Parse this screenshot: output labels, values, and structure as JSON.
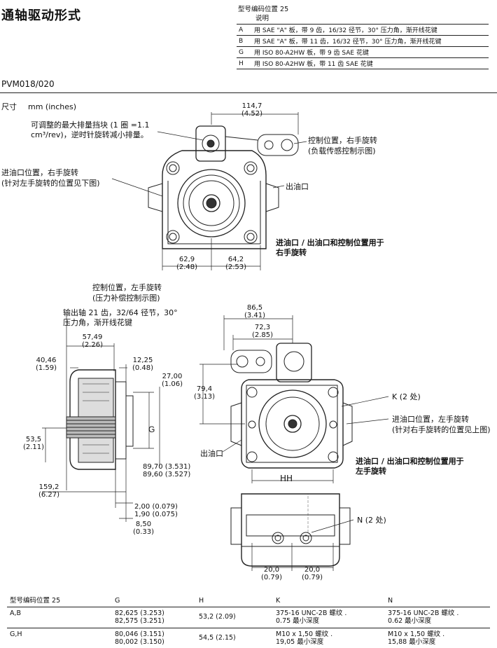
{
  "title": "通轴驱动形式",
  "code_table": {
    "header": "型号编码位置 25",
    "subheader": "说明",
    "rows": [
      {
        "code": "A",
        "desc": "用 SAE \"A\" 板，带 9 齿，16/32 径节，30° 压力角，渐开线花键"
      },
      {
        "code": "B",
        "desc": "用 SAE \"A\" 板，带 11 齿，16/32 径节，30° 压力角，渐开线花键"
      },
      {
        "code": "G",
        "desc": "用 ISO 80-A2HW 板，带 9 齿 SAE 花键"
      },
      {
        "code": "H",
        "desc": "用 ISO 80-A2HW 板，带 11 齿 SAE 花键"
      }
    ]
  },
  "model": "PVM018/020",
  "dims_label": "尺寸",
  "dims_unit": "mm (inches)",
  "top_view": {
    "note_stop": "可调整的最大排量挡块 (1 圈 =1.1 cm³/rev)，逆时针旋转减小排量。",
    "ctrl_pos": "控制位置，右手旋转",
    "ctrl_pos_sub": "(负载传感控制示图)",
    "inlet_pos": "进油口位置，右手旋转",
    "inlet_pos_sub": "(针对左手旋转的位置见下图)",
    "outlet": "出油口",
    "rh_note": "进油口 / 出油口和控制位置用于右手旋转",
    "d_1147": "114,7",
    "d_452": "(4.52)",
    "d_629": "62,9",
    "d_248": "(2.48)",
    "d_642": "64,2",
    "d_253": "(2.53)"
  },
  "side_view": {
    "ctrl_pos_lh": "控制位置，左手旋转",
    "ctrl_pos_lh_sub": "(压力补偿控制示图)",
    "shaft_note": "输出轴 21 齿，32/64 径节，30° 压力角，渐开线花键",
    "d_5749": "57,49",
    "d_226": "(2.26)",
    "d_4046": "40,46",
    "d_159": "(1.59)",
    "d_1225": "12,25",
    "d_048": "(0.48)",
    "d_2700": "27,00",
    "d_106": "(1.06)",
    "d_535": "53,5",
    "d_211": "(2.11)",
    "label_g": "G",
    "d_8970": "89,70 (3.531)",
    "d_8960": "89,60 (3.527)",
    "d_1592": "159,2",
    "d_627": "(6.27)",
    "d_200": "2,00 (0.079)",
    "d_190": "1,90 (0.075)",
    "d_850": "8,50",
    "d_033": "(0.33)"
  },
  "front_view": {
    "d_865": "86,5",
    "d_341": "(3.41)",
    "d_723": "72,3",
    "d_285": "(2.85)",
    "d_794": "79,4",
    "d_313": "(3.13)",
    "k_label": "K (2 处)",
    "inlet_lh": "进油口位置，左手旋转",
    "inlet_lh_sub": "(针对右手旋转的位置见上图)",
    "outlet": "出油口",
    "hh": "HH",
    "lh_note": "进油口 / 出油口和控制位置用于左手旋转"
  },
  "bottom_view": {
    "n_label": "N (2 处)",
    "d_200a": "20,0",
    "d_079a": "(0.79)",
    "d_200b": "20,0",
    "d_079b": "(0.79)"
  },
  "bottom_table": {
    "headers": [
      "型号编码位置 25",
      "G",
      "H",
      "K",
      "N"
    ],
    "rows": [
      {
        "code": "A,B",
        "g1": "82,625 (3.253)",
        "g2": "82,575 (3.251)",
        "h": "53,2 (2.09)",
        "k1": "375-16 UNC-2B 螺纹 .",
        "k2": "0.75 最小深度",
        "n1": "375-16 UNC-2B 螺纹 .",
        "n2": "0.62 最小深度"
      },
      {
        "code": "G,H",
        "g1": "80,046 (3.151)",
        "g2": "80,002 (3.150)",
        "h": "54,5 (2.15)",
        "k1": "M10 x 1,50 螺纹 .",
        "k2": "19,05 最小深度",
        "n1": "M10 x 1,50 螺纹 .",
        "n2": "15,88 最小深度"
      }
    ]
  }
}
